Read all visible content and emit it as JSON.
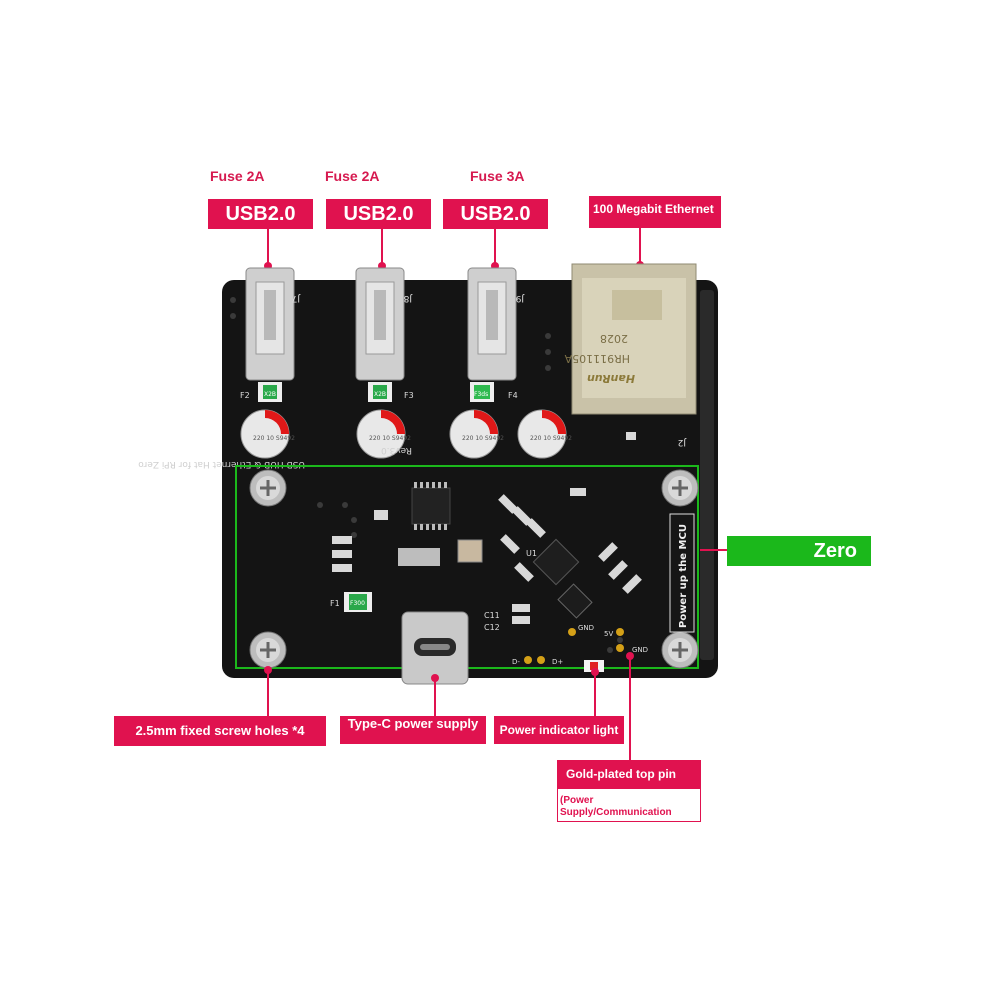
{
  "labels": {
    "fuse_1": "Fuse 2A",
    "fuse_2": "Fuse 2A",
    "fuse_3": "Fuse 3A",
    "usb_1": "USB2.0",
    "usb_2": "USB2.0",
    "usb_3": "USB2.0",
    "ethernet": "100 Megabit Ethernet",
    "zero": "Zero",
    "screw_holes": "2.5mm fixed screw holes *4",
    "type_c": "Type-C power supply",
    "power_light": "Power indicator light",
    "gold_pin_title": "Gold-plated top pin",
    "gold_pin_sub": "(Power Supply/Communication"
  },
  "board_text": {
    "silk_title": "USB HUB & Ethernet Hat for RPi Zero",
    "rev": "Rev3.0",
    "power_up": "Power up the MCU",
    "rj45_brand": "HanRun",
    "rj45_model": "HR911105A",
    "rj45_code": "2028",
    "j7": "J7",
    "j8": "J8",
    "j9": "J9",
    "j2": "J2",
    "f1": "F1",
    "f2": "F2",
    "f3": "F3",
    "f4": "F4",
    "u1": "U1",
    "c11": "C11",
    "c12": "C12",
    "gnd1": "GND",
    "gnd2": "GND",
    "pin_5v": "5V",
    "d_minus": "D-",
    "d_plus": "D+",
    "fuse_chip_1": "X2B",
    "fuse_chip_2": "X2B",
    "fuse_chip_3": "F3ds",
    "fuse_chip_4": "F300",
    "cap_1": "220 10 S9492",
    "cap_2": "220 10 S9492",
    "cap_3": "220 10 S9492",
    "cap_4": "220 10 S9492"
  },
  "colors": {
    "accent_pink": "#e0124f",
    "zero_green": "#1bb81b",
    "pcb_black": "#151515"
  }
}
